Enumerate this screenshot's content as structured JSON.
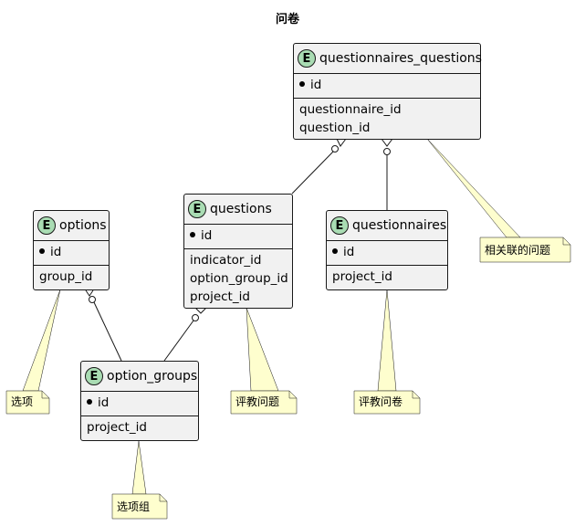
{
  "diagram": {
    "title": "问卷",
    "entities": {
      "questionnaires_questions": {
        "badge": "E",
        "name": "questionnaires_questions",
        "pk": "id",
        "fields": [
          "questionnaire_id",
          "question_id"
        ]
      },
      "questions": {
        "badge": "E",
        "name": "questions",
        "pk": "id",
        "fields": [
          "indicator_id",
          "option_group_id",
          "project_id"
        ]
      },
      "questionnaires": {
        "badge": "E",
        "name": "questionnaires",
        "pk": "id",
        "fields": [
          "project_id"
        ]
      },
      "options": {
        "badge": "E",
        "name": "options",
        "pk": "id",
        "fields": [
          "group_id"
        ]
      },
      "option_groups": {
        "badge": "E",
        "name": "option_groups",
        "pk": "id",
        "fields": [
          "project_id"
        ]
      }
    },
    "notes": {
      "questionnaires_questions": "相关联的问题",
      "questions": "评教问题",
      "questionnaires": "评教问卷",
      "options": "选项",
      "option_groups": "选项组"
    },
    "colors": {
      "entity_fill": "#f1f1f1",
      "badge_fill": "#a9dcb3",
      "note_fill": "#fefece",
      "line": "#181818"
    }
  }
}
